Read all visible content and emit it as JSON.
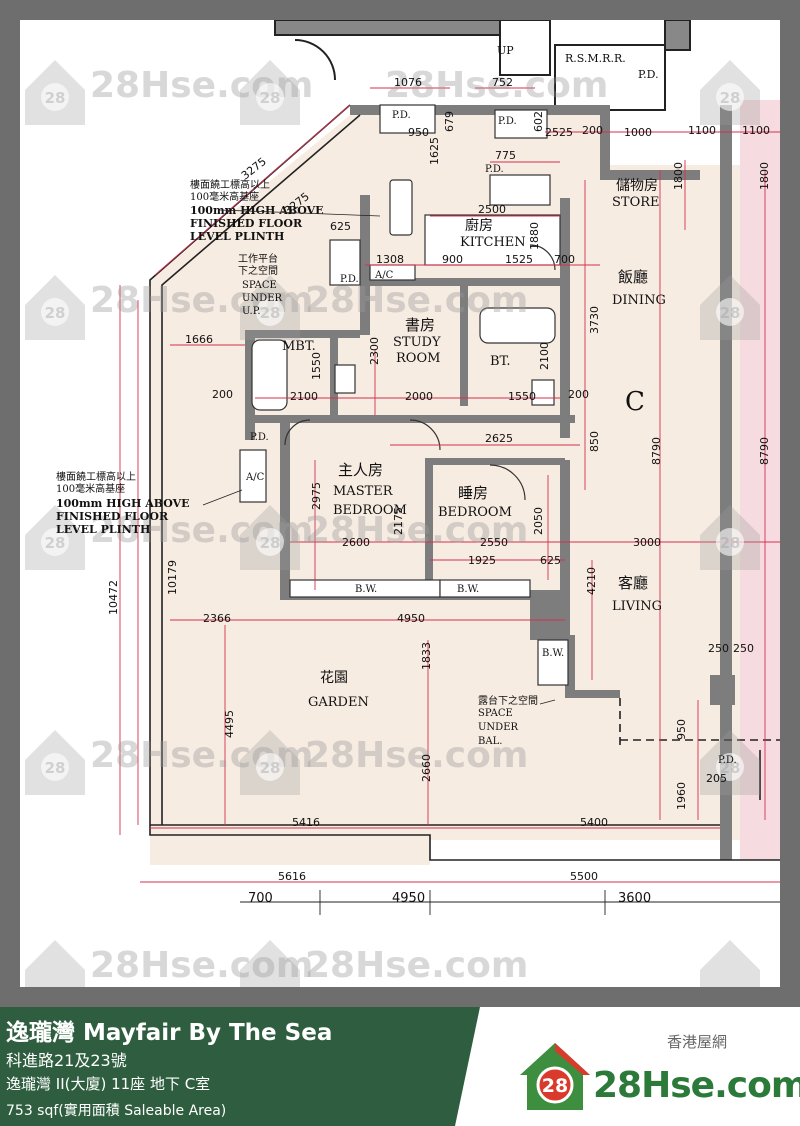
{
  "footer": {
    "title": "逸瓏灣 Mayfair By The Sea",
    "address": "科進路21及23號",
    "unit": "逸瓏灣 II(大廈) 11座 地下 C室",
    "area": "753 sqf(實用面積 Saleable Area)"
  },
  "logo": {
    "chinese": "香港屋網",
    "text": "28Hse.com",
    "badge": "28"
  },
  "watermark": {
    "text": "28Hse.com",
    "badge": "28"
  },
  "plan": {
    "unit_letter": "C",
    "rooms": {
      "store_cn": "儲物房",
      "store_en": "STORE",
      "kitchen_cn": "廚房",
      "kitchen_en": "KITCHEN",
      "dining_cn": "飯廳",
      "dining_en": "DINING",
      "study_cn": "書房",
      "study_en": "STUDY",
      "study_en2": "ROOM",
      "mbt": "MBT.",
      "bt": "BT.",
      "master_cn": "主人房",
      "master_en": "MASTER",
      "master_en2": "BEDROOM",
      "bedroom_cn": "睡房",
      "bedroom_en": "BEDROOM",
      "living_cn": "客廳",
      "living_en": "LIVING",
      "garden_cn": "花園",
      "garden_en": "GARDEN",
      "up": "UP",
      "rsmrr": "R.S.M.R.R.",
      "pd": "P.D.",
      "ac": "A/C",
      "bw": "B.W."
    },
    "notes": {
      "plinth_cn1": "樓面饒工標高以上",
      "plinth_cn2": "100毫米高基座",
      "plinth_en1": "100mm HIGH ABOVE",
      "plinth_en2": "FINISHED FLOOR",
      "plinth_en3": "LEVEL PLINTH",
      "space_cn1": "工作平台",
      "space_cn2": "下之空間",
      "space_en1": "SPACE",
      "space_en2": "UNDER",
      "space_en3": "U.P.",
      "bal_cn": "露台下之空間",
      "bal_en1": "SPACE",
      "bal_en2": "UNDER",
      "bal_en3": "BAL."
    },
    "dims": {
      "d1076": "1076",
      "d752": "752",
      "d950": "950",
      "d679": "679",
      "d602": "602",
      "d2525": "2525",
      "d200a": "200",
      "d1000": "1000",
      "d1100a": "1100",
      "d1100b": "1100",
      "d775": "775",
      "d1625": "1625",
      "d3275a": "3275",
      "d3275b": "3275",
      "d625a": "625",
      "d2500": "2500",
      "d1880": "1880",
      "d1308": "1308",
      "d900": "900",
      "d1525": "1525",
      "d700": "700",
      "d3730": "3730",
      "d1800a": "1800",
      "d1800b": "1800",
      "d1666": "1666",
      "d2300": "2300",
      "d2100a": "2100",
      "d2100b": "2100",
      "d1550a": "1550",
      "d1550b": "1550",
      "d2000": "2000",
      "d200b": "200",
      "d200c": "200",
      "d2625": "2625",
      "d850": "850",
      "d8790a": "8790",
      "d8790b": "8790",
      "d2975": "2975",
      "d2175": "2175",
      "d2600": "2600",
      "d2050": "2050",
      "d2550": "2550",
      "d3000": "3000",
      "d1925": "1925",
      "d625b": "625",
      "d4210": "4210",
      "d10472": "10472",
      "d10179": "10179",
      "d2366": "2366",
      "d4950a": "4950",
      "d1833": "1833",
      "d4495": "4495",
      "d2660": "2660",
      "d1960": "1960",
      "d5416": "5416",
      "d5400": "5400",
      "d5616": "5616",
      "d5500": "5500",
      "d700b": "700",
      "d4950b": "4950",
      "d3600": "3600",
      "d250a": "250",
      "d250b": "250",
      "d950b": "950",
      "d205": "205"
    }
  }
}
